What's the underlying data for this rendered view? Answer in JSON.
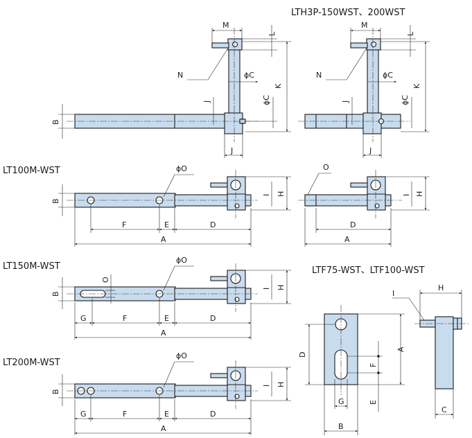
{
  "titles": {
    "lth3p": "LTH3P-150WST、200WST",
    "lt100m": "LT100M-WST",
    "lt150m": "LT150M-WST",
    "lt200m": "LT200M-WST",
    "ltf": "LTF75-WST、LTF100-WST"
  },
  "labels": {
    "A": "A",
    "B": "B",
    "C": "C",
    "D": "D",
    "E": "E",
    "F": "F",
    "G": "G",
    "H": "H",
    "I": "I",
    "J": "J",
    "K": "K",
    "L": "L",
    "M": "M",
    "N": "N",
    "O": "O",
    "phiC": "ϕC",
    "phiO": "ϕO"
  },
  "colors": {
    "part_fill": "#c9dcee",
    "line": "#1a1a1a"
  }
}
